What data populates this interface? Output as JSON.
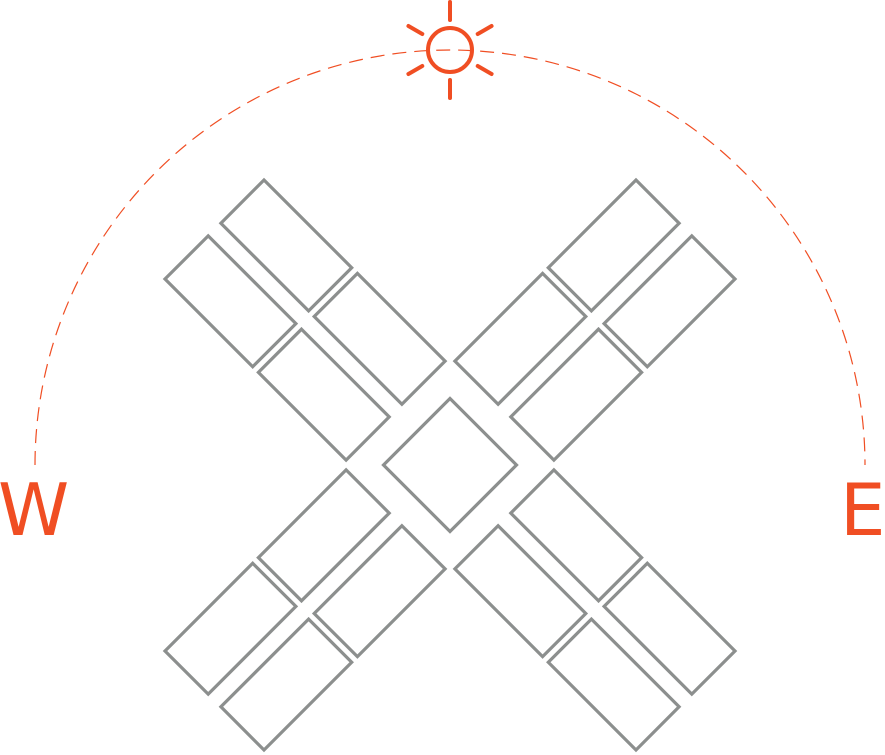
{
  "labels": {
    "west": "W",
    "east": "E"
  },
  "colors": {
    "accent": "#f04e23",
    "panel": "#8c8f8e"
  },
  "icons": {
    "sun": "sun-icon"
  },
  "panels_per_arm": 4,
  "arms": 4
}
